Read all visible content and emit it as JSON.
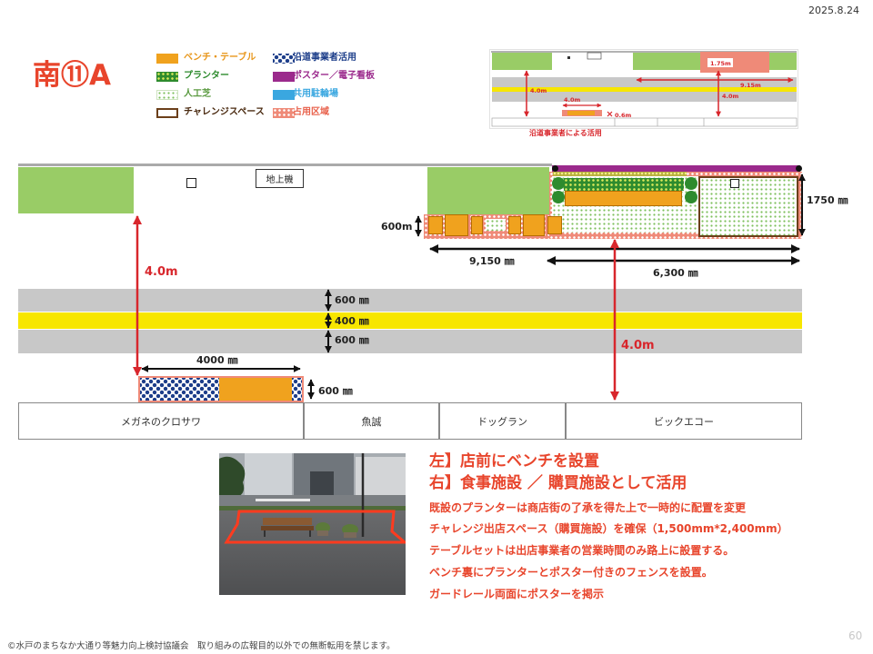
{
  "header": {
    "date": "2025.8.24",
    "title": "南⑪A"
  },
  "legend": {
    "items": [
      {
        "label": "ベンチ・テーブル",
        "icon": "bench-table-swatch",
        "color": "#f0a21e"
      },
      {
        "label": "プランター",
        "icon": "planter-swatch",
        "color": "#2e8b2e"
      },
      {
        "label": "人工芝",
        "icon": "artificial-turf-swatch",
        "color": "#6aa84f"
      },
      {
        "label": "チャレンジスペース",
        "icon": "challenge-space-swatch",
        "color": "#6b3f1a"
      },
      {
        "label": "沿道事業者活用",
        "icon": "roadside-business-swatch",
        "color": "#1d3e8a"
      },
      {
        "label": "ポスター／電子看板",
        "icon": "poster-signage-swatch",
        "color": "#9b2a8c"
      },
      {
        "label": "共用駐輪場",
        "icon": "bicycle-parking-swatch",
        "color": "#3aa7e0"
      },
      {
        "label": "占用区域",
        "icon": "occupancy-area-swatch",
        "color": "#e8604a"
      }
    ]
  },
  "mini_map": {
    "labels": {
      "occupancy_depth": "1.75m",
      "total_width": "9.15m",
      "left_setback": "4.0m",
      "strip_width": "4.0m",
      "right_setback": "4.0m",
      "strip_depth": "0.6m"
    },
    "caption": "沿道事業者による活用"
  },
  "diagram": {
    "ground_machine": "地上機",
    "dims": {
      "strip_depth": "600m",
      "occupancy_depth": "1750 ㎜",
      "total_width": "9,150 ㎜",
      "right_width": "6,300 ㎜",
      "left_setback": "4.0m",
      "right_setback": "4.0m",
      "lane_top": "600 ㎜",
      "center_line": "400 ㎜",
      "lane_bottom": "600 ㎜",
      "bench_width": "4000 ㎜",
      "bench_depth": "600 ㎜"
    },
    "stores": [
      "メガネのクロサワ",
      "魚誠",
      "ドッグラン",
      "ビックエコー"
    ]
  },
  "notes": {
    "heading_left": "左】店前にベンチを設置",
    "heading_right": "右】食事施設 ／ 購買施設として活用",
    "lines": [
      "既設のプランターは商店街の了承を得た上で一時的に配置を変更",
      "チャレンジ出店スペース（購買施設）を確保（1,500mm*2,400mm）",
      "テーブルセットは出店事業者の営業時間のみ路上に設置する。",
      "ベンチ裏にプランターとポスター付きのフェンスを設置。",
      "ガードレール両面にポスターを掲示"
    ]
  },
  "footer": {
    "copyright": "©水戸のまちなか大通り等魅力向上検討協議会　取り組みの広報目的以外での無断転用を禁じます。",
    "page": "60"
  },
  "colors": {
    "accent_red": "#e8452c",
    "arrow_red": "#d8262c",
    "road_gray": "#c8c8c8",
    "center_yellow": "#f7e600",
    "lawn_green": "#99cc66",
    "bench_orange": "#f0a21e",
    "poster_purple": "#9b2a8c",
    "occupancy_salmon": "#ef8a78"
  }
}
